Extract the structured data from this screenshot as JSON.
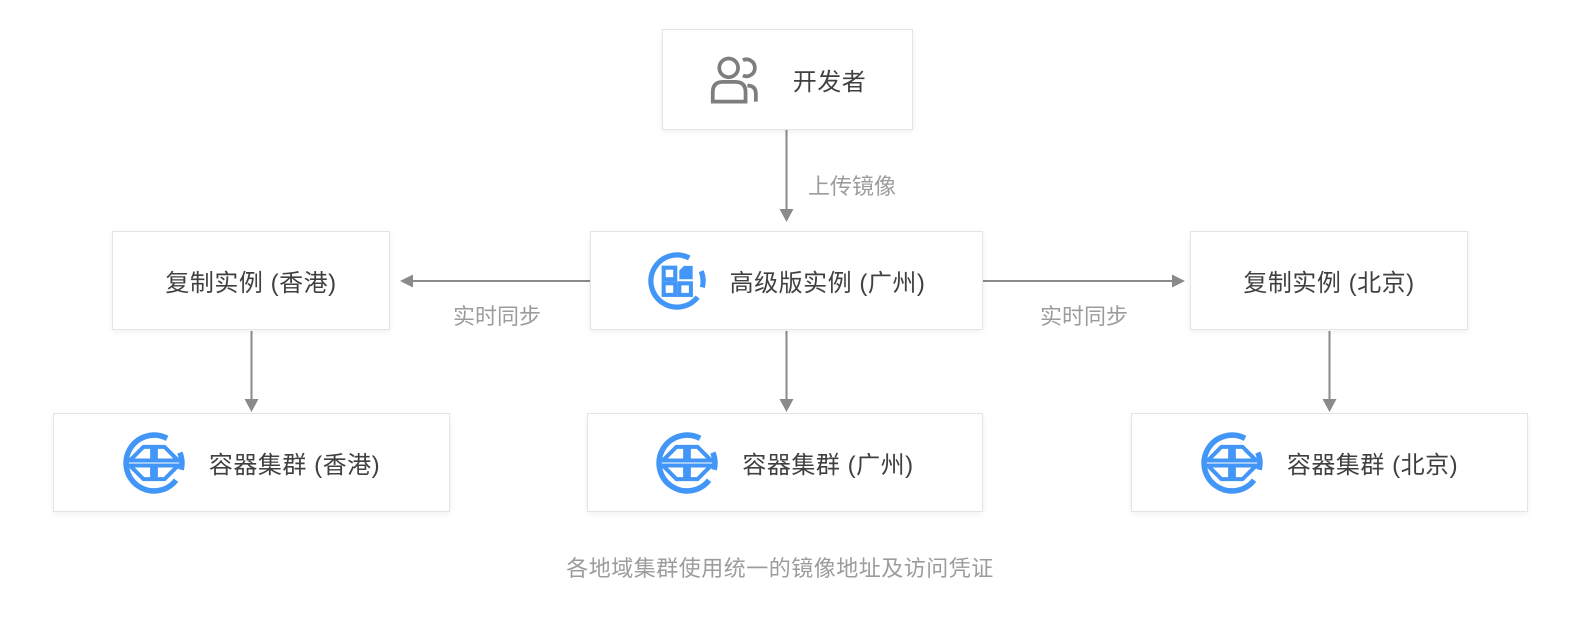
{
  "colors": {
    "icon_blue": "#4296F7",
    "arrow_gray": "#8A8A8A",
    "text_dark": "#404040",
    "text_muted": "#9C9C9C",
    "border_gray": "#E4E4E4",
    "icon_gray": "#7E7E7E"
  },
  "diagram": {
    "developer": {
      "label": "开发者"
    },
    "upload_edge": {
      "label": "上传镜像"
    },
    "primary_instance": {
      "label": "高级版实例 (广州)"
    },
    "sync_left": {
      "label": "实时同步"
    },
    "sync_right": {
      "label": "实时同步"
    },
    "replica_left": {
      "label": "复制实例 (香港)"
    },
    "replica_right": {
      "label": "复制实例 (北京)"
    },
    "cluster_left": {
      "label": "容器集群 (香港)"
    },
    "cluster_center": {
      "label": "容器集群 (广州)"
    },
    "cluster_right": {
      "label": "容器集群 (北京)"
    },
    "caption": "各地域集群使用统一的镜像地址及访问凭证"
  }
}
